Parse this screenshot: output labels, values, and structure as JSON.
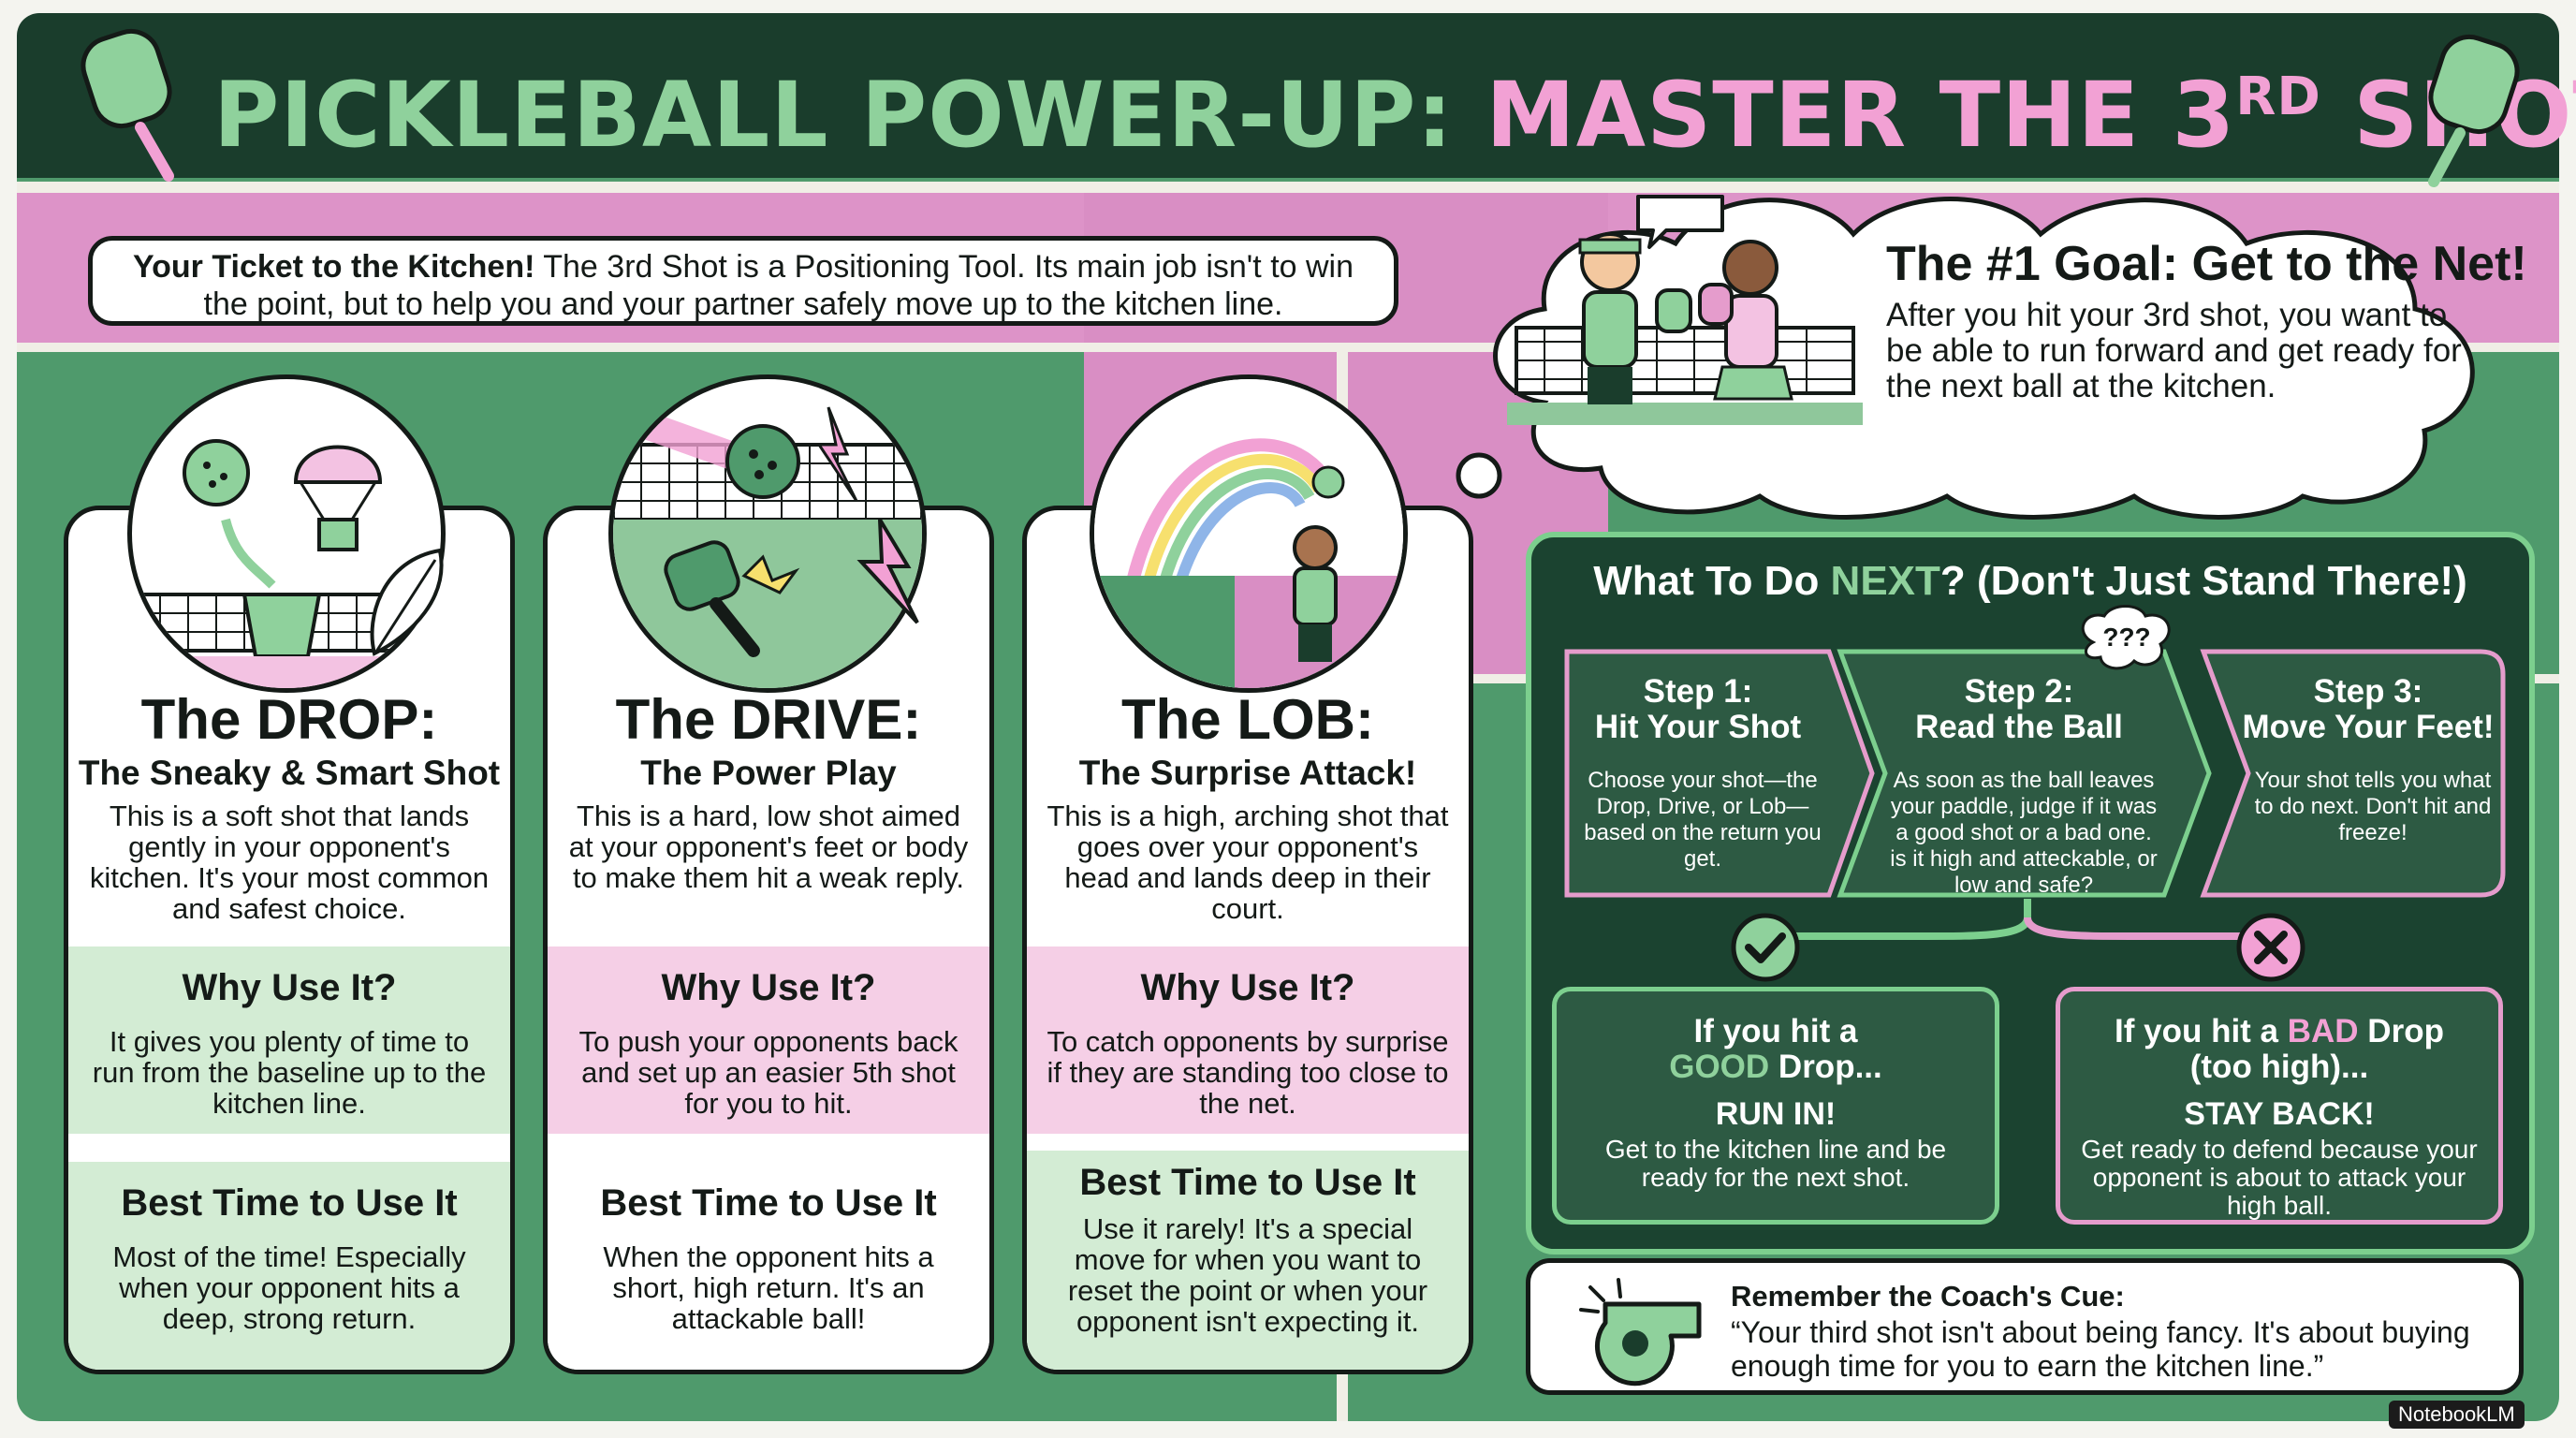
{
  "header": {
    "title_part1": "PICKLEBALL POWER-UP:",
    "title_part2": "MASTER THE 3",
    "title_sup": "RD",
    "title_part3": " SHOT!"
  },
  "ticket": {
    "lead": "Your Ticket to the Kitchen!",
    "text": " The 3rd Shot is a Positioning Tool. Its main job isn't to win the point, but to help you and your partner safely move up to the kitchen line."
  },
  "goal": {
    "title": "The #1 Goal: Get to the Net!",
    "text": "After you hit your 3rd shot, you want to be able to run forward and get ready for the next ball at the kitchen."
  },
  "shots": [
    {
      "title": "The DROP:",
      "subtitle": "The Sneaky & Smart Shot",
      "description": "This is a soft shot that lands gently in your opponent's kitchen. It's your most common and safest choice.",
      "why_heading": "Why Use It?",
      "why_text": "It gives you plenty of time to run from the baseline up to the kitchen line.",
      "best_heading": "Best Time to Use It",
      "best_text": "Most of the time! Especially when your opponent hits a deep, strong return."
    },
    {
      "title": "The DRIVE:",
      "subtitle": "The Power Play",
      "description": "This is a hard, low shot aimed at your opponent's feet or body to make them hit a weak reply.",
      "why_heading": "Why Use It?",
      "why_text": "To push your opponents back and set up an easier 5th shot for you to hit.",
      "best_heading": "Best Time to Use It",
      "best_text": "When the opponent hits a short, high return. It's an attackable ball!"
    },
    {
      "title": "The LOB:",
      "subtitle": "The Surprise Attack!",
      "description": "This is a high, arching shot that goes over your opponent's head and lands deep in their court.",
      "why_heading": "Why Use It?",
      "why_text": "To catch opponents by surprise if they are standing too close to the net.",
      "best_heading": "Best Time to Use It",
      "best_text": "Use it rarely! It's a special move for when you want to reset the point or when your opponent isn't expecting it."
    }
  ],
  "next": {
    "title_a": "What To Do ",
    "title_hl": "NEXT",
    "title_b": "? (Don't Just Stand There!)",
    "think_glyph": "???",
    "steps": [
      {
        "heading": "Step 1:\nHit Your Shot",
        "text": "Choose your shot—the Drop, Drive, or Lob—based on the return you get."
      },
      {
        "heading": "Step 2:\nRead the Ball",
        "text": "As soon as the ball leaves your paddle, judge if it was a good shot or a bad one. is it high and atteckable, or low and safe?"
      },
      {
        "heading": "Step 3:\nMove Your Feet!",
        "text": "Your shot tells you what to do next. Don't hit and freeze!"
      }
    ],
    "good": {
      "line1": "If you hit a",
      "word": "GOOD",
      "line2": " Drop...",
      "action": "RUN IN!",
      "text": "Get to the kitchen line and be ready for the next shot."
    },
    "bad": {
      "line1": "If you hit a ",
      "word": "BAD",
      "line2": " Drop",
      "line3": "(too high)...",
      "action": "STAY BACK!",
      "text": "Get ready to defend because your opponent is about to attack your high ball."
    }
  },
  "coach": {
    "heading": "Remember the Coach's Cue:",
    "quote": "“Your third shot isn't about being fancy. It's about buying enough time for you to earn the kitchen line.”"
  },
  "watermark": "NotebookLM",
  "colors": {
    "court_green": "#4f9a6c",
    "court_pink": "#dd93c8",
    "header_dark": "#1a3d2c",
    "title_green": "#8fd19c",
    "title_pink": "#f2a1d4",
    "panel_dark": "#1b4330"
  },
  "icons": [
    "paddle-icon",
    "pickleball-icon",
    "parachute-icon",
    "basket-icon",
    "feather-icon",
    "net-icon",
    "lightning-icon",
    "rainbow-icon",
    "player-icon",
    "check-icon",
    "cross-icon",
    "whistle-icon",
    "thought-bubble-icon"
  ]
}
